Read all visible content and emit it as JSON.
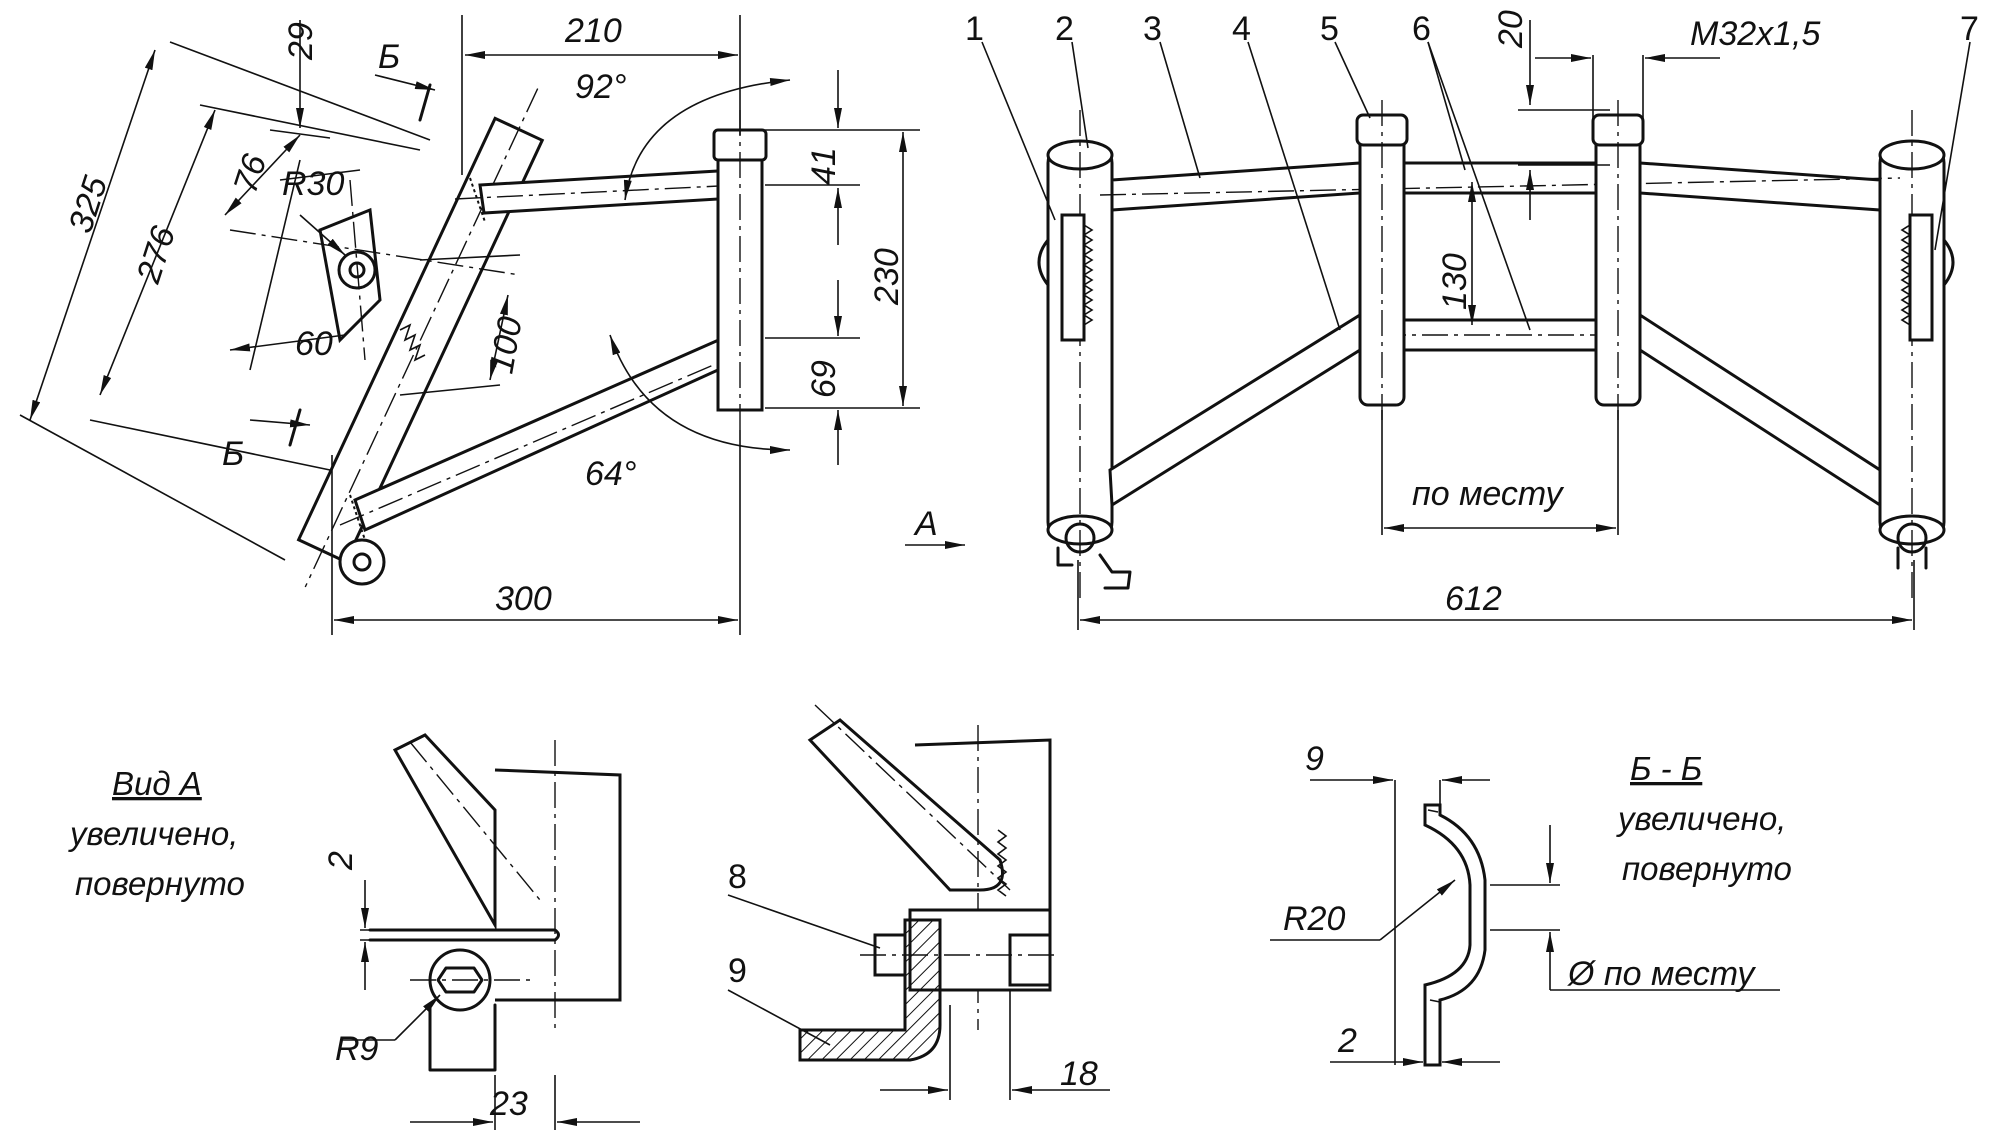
{
  "dimensions": {
    "d325": "325",
    "d276": "276",
    "d29": "29",
    "d76": "76",
    "r30": "R30",
    "d60": "60",
    "d100": "100",
    "d210": "210",
    "a92": "92°",
    "a64": "64°",
    "d41": "41",
    "d69": "69",
    "d230": "230",
    "d300": "300",
    "d20": "20",
    "thread": "M32x1,5",
    "d130": "130",
    "in_place": "по месту",
    "d612": "612",
    "d2a": "2",
    "r9": "R9",
    "d23": "23",
    "d18": "18",
    "d9": "9",
    "r20": "R20",
    "diam_in_place": "Ø по месту",
    "d2b": "2"
  },
  "section_marks": {
    "b_top": "Б",
    "b_bottom": "Б",
    "view_arrow": "А"
  },
  "callouts": [
    "1",
    "2",
    "3",
    "4",
    "5",
    "6",
    "7",
    "8",
    "9"
  ],
  "captions": {
    "view_a_title": "Вид А",
    "view_a_line2": "увеличено,",
    "view_a_line3": "повернуто",
    "section_title": "Б - Б",
    "section_line2": "увеличено,",
    "section_line3": "повернуто"
  }
}
